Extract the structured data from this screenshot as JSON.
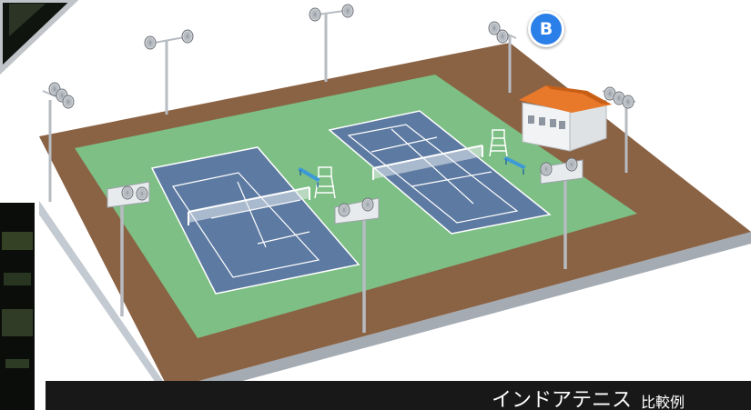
{
  "marker": {
    "label": "B",
    "color": "#2a7fe8"
  },
  "caption": {
    "main": "インドアテニス",
    "sub": "比較例"
  },
  "colors": {
    "track": "#8a6244",
    "grass": "#7dbf84",
    "court": "#5d7aa2",
    "building_roof": "#e8782a",
    "photo_bg": "#0b0d0b"
  },
  "icons": [
    "lighting-pole-icon",
    "umpire-chair-icon",
    "bench-icon",
    "clubhouse-icon"
  ]
}
